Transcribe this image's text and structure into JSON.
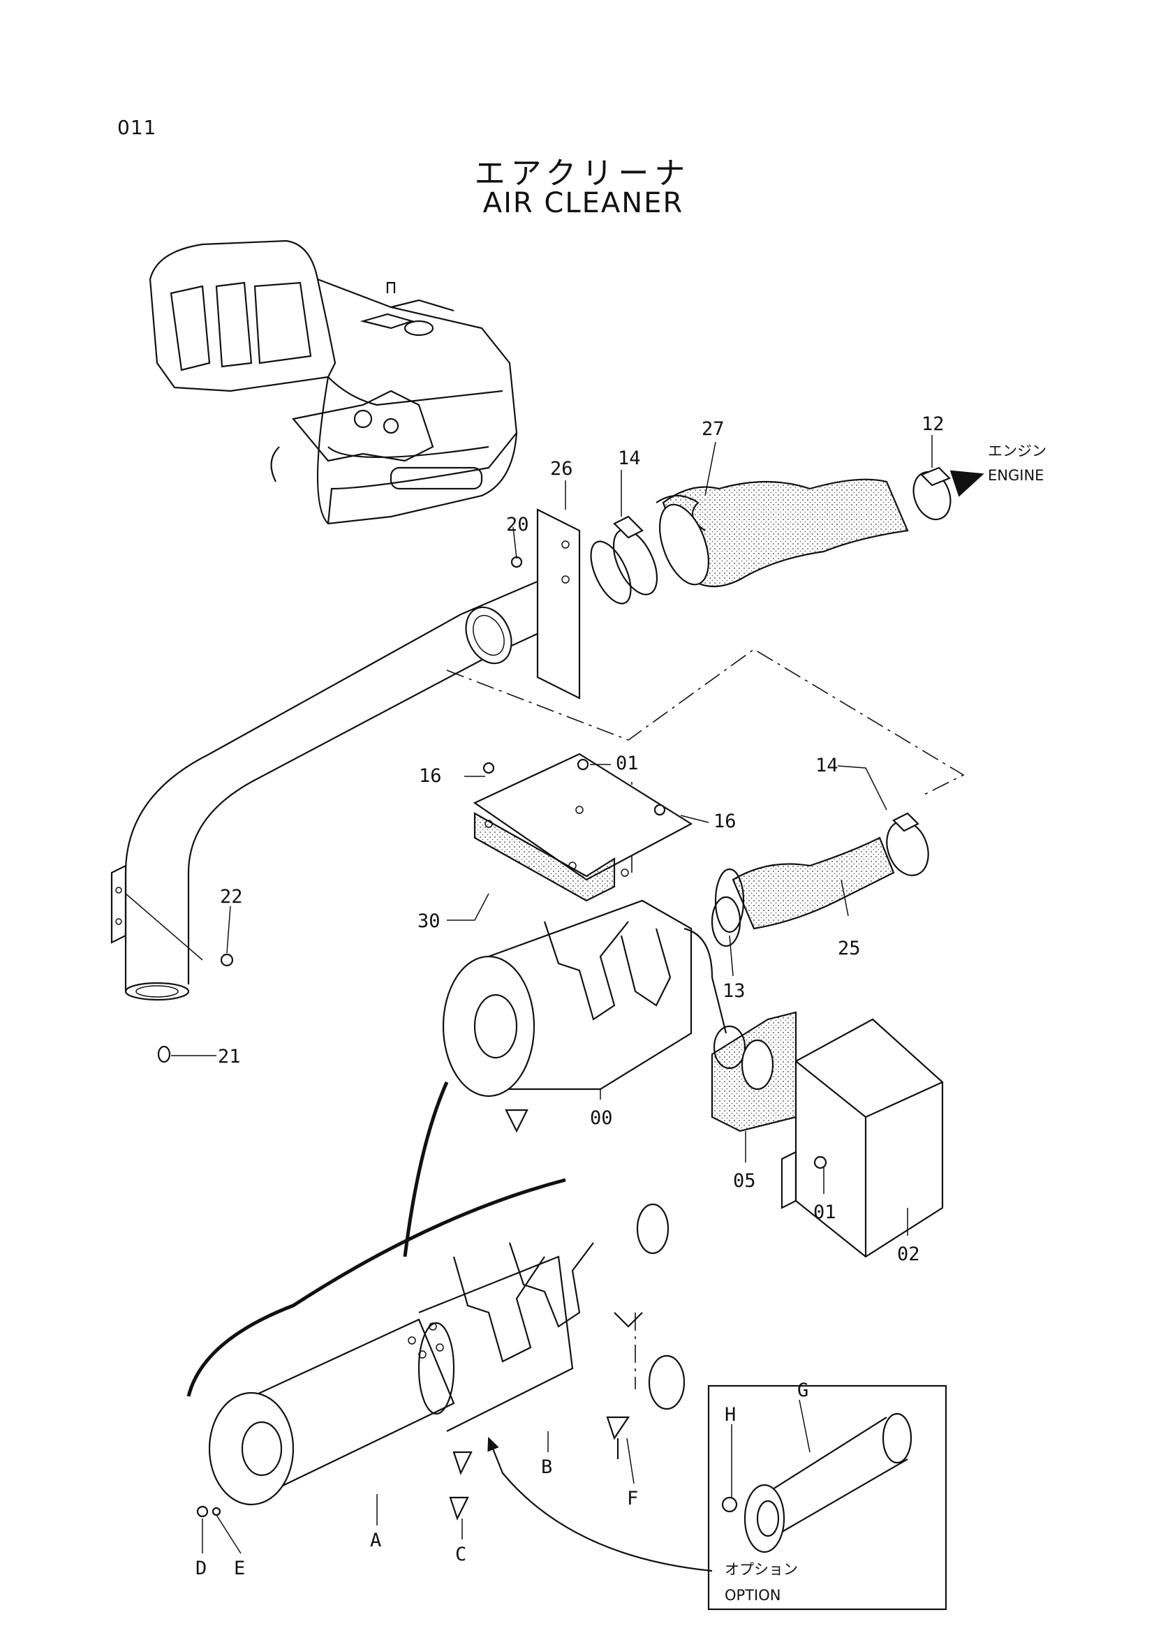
{
  "page_number": "011",
  "title_jp": "エアクリーナ",
  "title_en": "AIR CLEANER",
  "callouts": {
    "p00": "00",
    "p01a": "01",
    "p01b": "01",
    "p02": "02",
    "p05": "05",
    "p12": "12",
    "p13": "13",
    "p14a": "14",
    "p14b": "14",
    "p16a": "16",
    "p16b": "16",
    "p20": "20",
    "p21": "21",
    "p22": "22",
    "p25": "25",
    "p26": "26",
    "p27": "27",
    "p30": "30",
    "A": "A",
    "B": "B",
    "C": "C",
    "D": "D",
    "E": "E",
    "F": "F",
    "G": "G",
    "H": "H"
  },
  "engine_label_jp": "エンジン",
  "engine_label_en": "ENGINE",
  "option_label_jp": "オプション",
  "option_label_en": "OPTION"
}
